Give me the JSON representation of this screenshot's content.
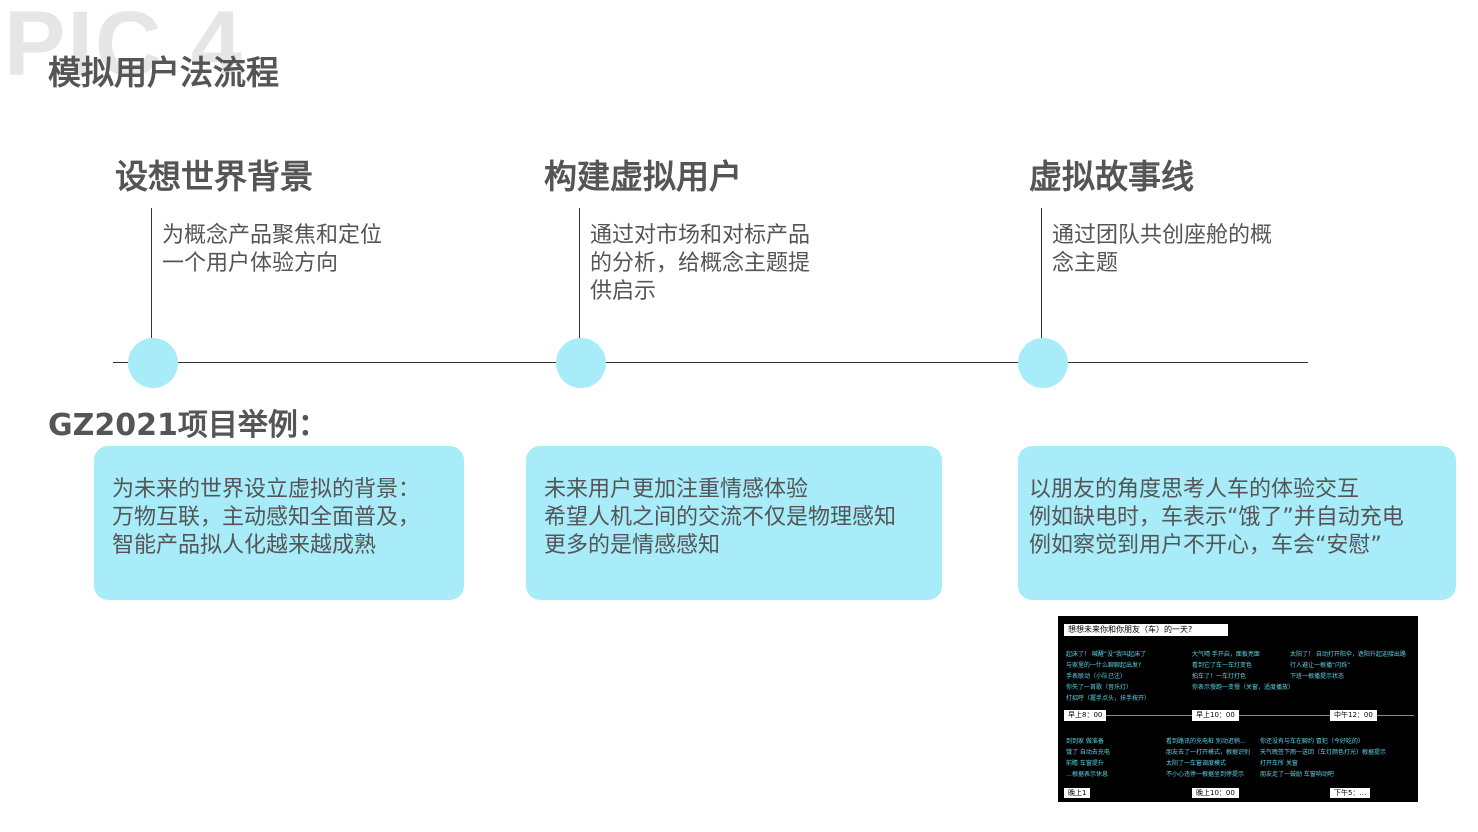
{
  "watermark": "PIC 4",
  "page_title": "模拟用户法流程",
  "steps": [
    {
      "title": "设想世界背景",
      "desc": [
        "为概念产品聚焦和定位",
        "一个用户体验方向"
      ]
    },
    {
      "title": "构建虚拟用户",
      "desc": [
        "通过对市场和对标产品",
        "的分析，给概念主题提",
        "供启示"
      ]
    },
    {
      "title": "虚拟故事线",
      "desc": [
        "通过团队共创座舱的概",
        "念主题"
      ]
    }
  ],
  "example_title": "GZ2021项目举例：",
  "cards": [
    {
      "lines": [
        "为未来的世界设立虚拟的背景：",
        "万物互联，主动感知全面普及，",
        "智能产品拟人化越来越成熟"
      ]
    },
    {
      "lines": [
        "未来用户更加注重情感体验",
        "希望人机之间的交流不仅是物理感知",
        "更多的是情感感知"
      ]
    },
    {
      "lines": [
        "以朋友的角度思考人车的体验交互",
        "例如缺电时，车表示“饿了”并自动充电",
        "例如察觉到用户不开心，车会“安慰”"
      ]
    }
  ],
  "thumbnail": {
    "title": "想想未来你和你朋友（车）的一天?",
    "top_cols": [
      [
        "起床了！  喊醒“没”我叫起床了",
        "与家里的一什么聊聊起出发?",
        "手表联动（小队已注）",
        "你失了一首歌（音乐灯）",
        "      打招呼（握手点头，扶手按开）"
      ],
      [
        "大气晴  手开启，面板亮面",
        "看到它了车一车灯变色",
        "拍车了！一车灯打色",
        "你表示慢跑一变慢（关窗，适度播放）"
      ],
      [
        "太阳了！  自动打开阳伞，遮阳升起迎接出路",
        "行人避让一根播“闪烁”",
        "下班一根播提示状态"
      ]
    ],
    "time_labels": [
      "早上8：00",
      "早上10：00",
      "中午12：00"
    ],
    "bottom_cols": [
      [
        "到到家  做准备",
        "饿了 自动去充电",
        "前瞻 车窗提升",
        "…根据表示休息"
      ],
      [
        "看到路讯的充电桩  别动迟稍…",
        "朋友去了一打开模式，根据识别",
        "太阳了一车窗调度模式",
        "不小心违停一根据坐到停提示"
      ],
      [
        "你还没有与车在聊约  冒犯（今好吃的）",
        "天气晚签下雨一送回（车灯颜色打光）根据提示",
        "打开车所  关窗",
        "朋友走了一鼓励  车窗响动吧"
      ]
    ],
    "bottom_labels": [
      "晚上1  ",
      "晚上10：00",
      "下午5：…"
    ]
  }
}
